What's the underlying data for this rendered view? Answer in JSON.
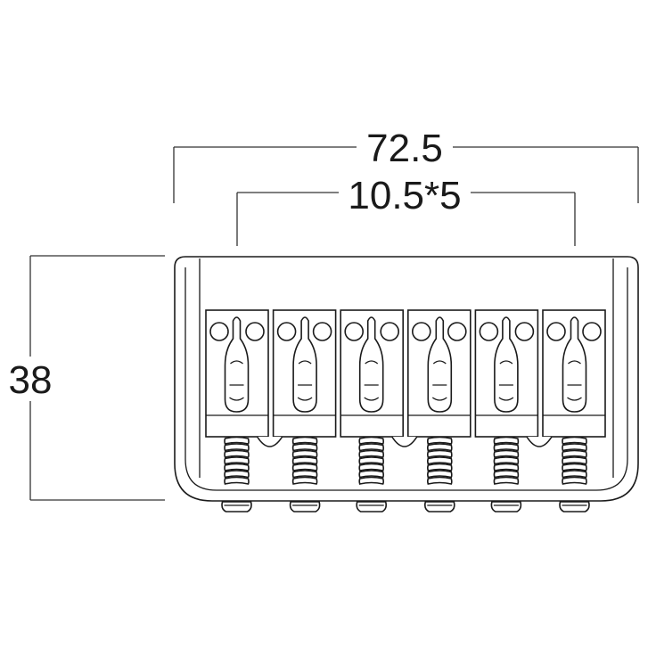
{
  "drawing": {
    "dimension_overall_width": "72.5",
    "dimension_string_spacing": "10.5*5",
    "dimension_height": "38",
    "saddle_count": 6,
    "line_color": "#1a1a1a",
    "background_color": "#ffffff"
  }
}
